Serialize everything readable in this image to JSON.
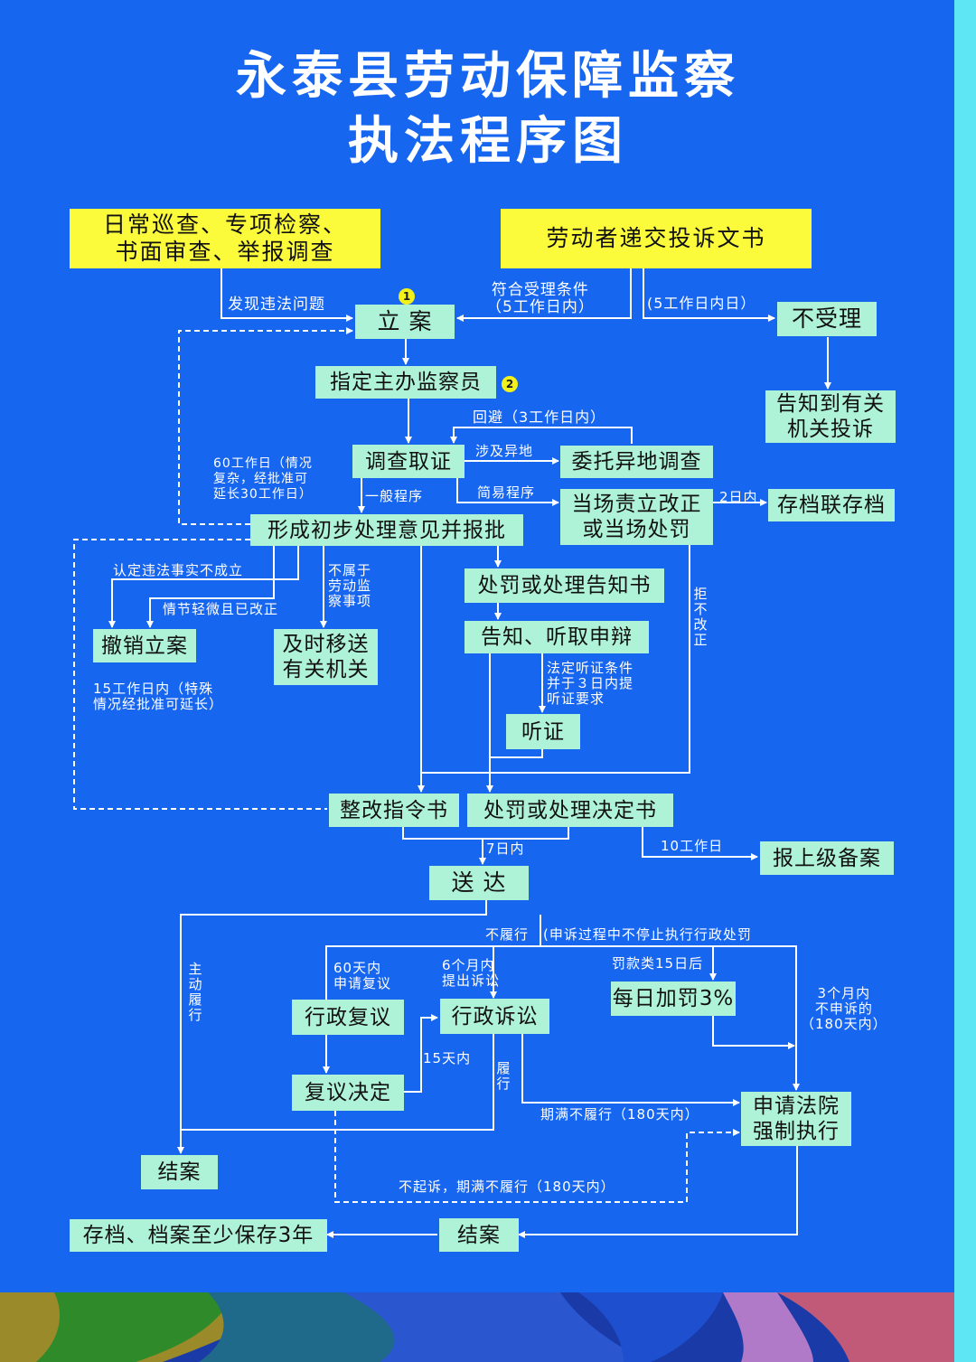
{
  "title": {
    "line1": "永泰县劳动保障监察",
    "line2": "执法程序图"
  },
  "boxes": {
    "source_inspect": "日常巡查、专项检察、\n书面审查、举报调查",
    "source_complaint": "劳动者递交投诉文书",
    "li_an": "立  案",
    "reject": "不受理",
    "notify_complaint": "告知到有关\n机关投诉",
    "assign": "指定主办监察员",
    "investigate": "调查取证",
    "entrust": "委托异地调查",
    "onsite": "当场责立改正\n或当场处罚",
    "archive_joint": "存档联存档",
    "preliminary": "形成初步处理意见并报批",
    "revoke": "撤销立案",
    "transfer": "及时移送\n有关机关",
    "notice_book": "处罚或处理告知书",
    "notify_hear": "告知、听取申辩",
    "hearing": "听证",
    "rectify": "整改指令书",
    "decision": "处罚或处理决定书",
    "report_superior": "报上级备案",
    "deliver": "送  达",
    "admin_review": "行政复议",
    "admin_litigation": "行政诉讼",
    "daily_penalty": "每日加罚3%",
    "review_decision": "复议决定",
    "court_enforce": "申请法院\n强制执行",
    "close_left": "结案",
    "close_bottom": "结案",
    "archive_final": "存档、档案至少保存3年"
  },
  "labels": {
    "found_violation": "发现违法问题",
    "meet_conditions": "符合受理条件\n（5工作日内）",
    "within5": "(5工作日内日）",
    "avoid": "回避（3工作日内）",
    "remote": "涉及异地",
    "simple": "简易程序",
    "general": "一般程序",
    "within2days": "2日内",
    "sixty_days": "60工作日（情况\n复杂，经批准可\n延长30工作日）",
    "fact_not_established": "认定违法事实不成立",
    "minor_corrected": "情节轻微且已改正",
    "not_belong": "不属于\n劳动监\n察事项",
    "fifteen_days": "15工作日内（特殊\n情况经批准可延长）",
    "hearing_conditions": "法定听证条件\n并于３日内提\n听证要求",
    "refuse_correct": "拒不改正",
    "seven_days": "7日内",
    "ten_workdays": "10工作日",
    "not_perform": "不履行",
    "no_stop": "(申诉过程中不停止执行行政处罚",
    "voluntary": "主动履行",
    "sixty_review": "60天内\n申请复议",
    "six_month_sue": "6个月内\n提出诉讼",
    "fine_15days": "罚款类15日后",
    "three_months": "3个月内\n不申诉的\n（180天内）",
    "fifteen_within": "15天内",
    "perform": "履行",
    "expire_180": "期满不履行（180天内）",
    "no_sue_expire": "不起诉，期满不履行（180天内）"
  },
  "badges": {
    "b1": "1",
    "b2": "2"
  },
  "colors": {
    "background": "#1766f0",
    "box_mint": "#aef2d8",
    "box_yellow": "#fbfb3c",
    "line": "#ffffff",
    "right_strip": "#5ee6f5"
  }
}
